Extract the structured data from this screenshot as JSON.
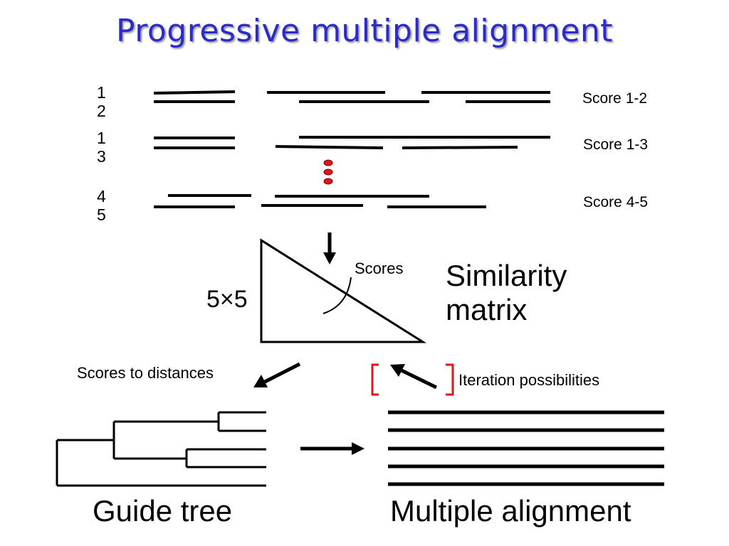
{
  "title": "Progressive multiple alignment",
  "pairs": [
    {
      "top": "1",
      "bottom": "2",
      "score": "Score 1-2"
    },
    {
      "top": "1",
      "bottom": "3",
      "score": "Score 1-3"
    },
    {
      "top": "4",
      "bottom": "5",
      "score": "Score 4-5"
    }
  ],
  "matrix": {
    "size_label": "5×5",
    "scores_label": "Scores",
    "name_line1": "Similarity",
    "name_line2": "matrix"
  },
  "scores_to_distances": "Scores to distances",
  "iteration": "Iteration possibilities",
  "guide_tree": "Guide tree",
  "multiple_alignment": "Multiple alignment",
  "colors": {
    "title": "#2b2bc8",
    "dots": "#e0141e",
    "bracket": "#e0141e",
    "ink": "#000000"
  }
}
